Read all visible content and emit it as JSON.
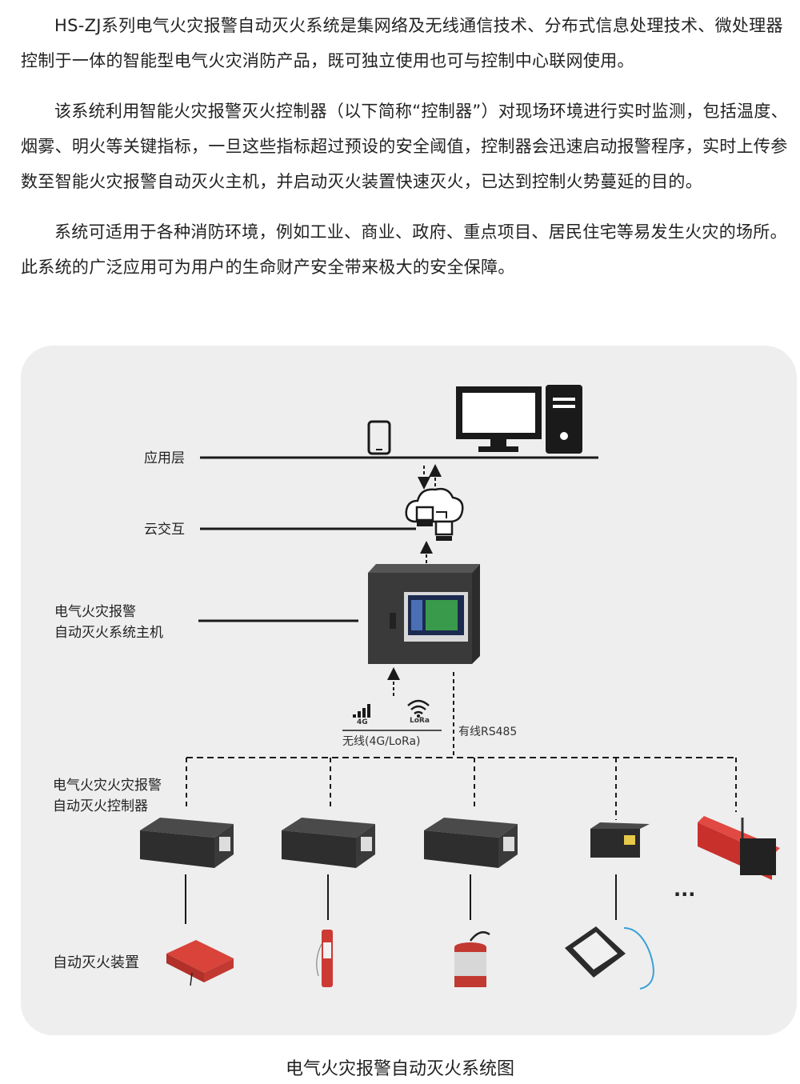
{
  "intro": {
    "p1": "HS-ZJ系列电气火灾报警自动灭火系统是集网络及无线通信技术、分布式信息处理技术、微处理器控制于一体的智能型电气火灾消防产品，既可独立使用也可与控制中心联网使用。",
    "p2": "该系统利用智能火灾报警灭火控制器（以下简称“控制器”）对现场环境进行实时监测，包括温度、烟雾、明火等关键指标，一旦这些指标超过预设的安全阈值，控制器会迅速启动报警程序，实时上传参数至智能火灾报警自动灭火主机，并启动灭火装置快速灭火，已达到控制火势蔓延的目的。",
    "p3": "系统可适用于各种消防环境，例如工业、商业、政府、重点项目、居民住宅等易发生火灾的场所。此系统的广泛应用可为用户的生命财产安全带来极大的安全保障。"
  },
  "diagram": {
    "layers": {
      "application": "应用层",
      "cloud": "云交互",
      "host_line1": "电气火灾报警",
      "host_line2": "自动灭火系统主机",
      "controller_line1": "电气火灾火灾报警",
      "controller_line2": "自动灭火控制器",
      "device": "自动灭火装置"
    },
    "signal_4g": "4G",
    "signal_lora": "LoRa",
    "wireless_label": "无线(4G/LoRa)",
    "wired_label": "有线RS485",
    "ellipsis": "...",
    "colors": {
      "line": "#1a1a1a",
      "panel": "#eeeeee",
      "device_red": "#c8302c",
      "host_dark": "#3a3a3a",
      "screen_green": "#3fae4a"
    }
  },
  "caption": "电气火灾报警自动灭火系统图"
}
